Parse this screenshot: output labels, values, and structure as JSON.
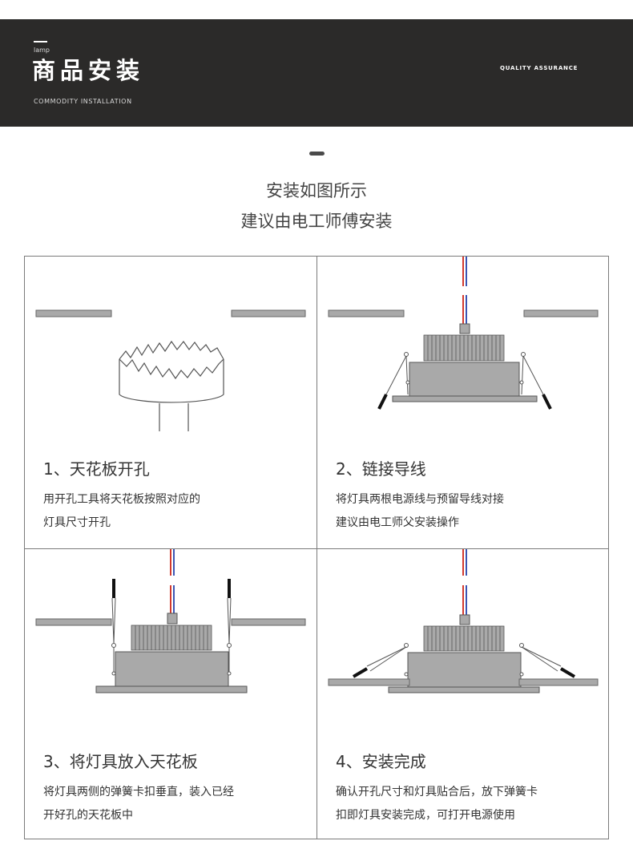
{
  "header": {
    "small_label": "lamp",
    "title": "商品安装",
    "subtitle": "COMMODITY INSTALLATION",
    "badge": "QUALITY ASSURANCE"
  },
  "intro": {
    "line1": "安装如图所示",
    "line2": "建议由电工师傅安装"
  },
  "steps": [
    {
      "title": "1、天花板开孔",
      "desc_lines": [
        "用开孔工具将天花板按照对应的",
        "灯具尺寸开孔"
      ],
      "illustration": "ceiling-hole-cutter"
    },
    {
      "title": "2、链接导线",
      "desc_lines": [
        "将灯具两根电源线与预留导线对接",
        "建议由电工师父安装操作"
      ],
      "illustration": "wire-connection"
    },
    {
      "title": "3、将灯具放入天花板",
      "desc_lines": [
        "将灯具两侧的弹簧卡扣垂直，装入已经",
        "开好孔的天花板中"
      ],
      "illustration": "springs-vertical-insert"
    },
    {
      "title": "4、安装完成",
      "desc_lines": [
        "确认开孔尺寸和灯具贴合后，放下弹簧卡",
        "扣即灯具安装完成，可打开电源使用"
      ],
      "illustration": "installed-light"
    }
  ],
  "colors": {
    "banner_bg": "#2b2a29",
    "ceiling_fill": "#a9a9a9",
    "wire_red": "#d23a2e",
    "wire_blue": "#3b55b3",
    "text": "#333333"
  }
}
